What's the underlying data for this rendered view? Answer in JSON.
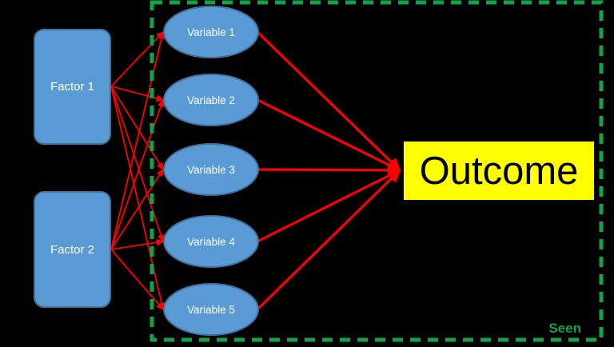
{
  "diagram": {
    "background_color": "#000000",
    "factors": [
      {
        "id": "factor-1",
        "label": "Factor 1"
      },
      {
        "id": "factor-2",
        "label": "Factor 2"
      }
    ],
    "variables": [
      {
        "id": "variable-1",
        "label": "Variable 1"
      },
      {
        "id": "variable-2",
        "label": "Variable 2"
      },
      {
        "id": "variable-3",
        "label": "Variable 3"
      },
      {
        "id": "variable-4",
        "label": "Variable 4"
      },
      {
        "id": "variable-5",
        "label": "Variable 5"
      }
    ],
    "outcome": {
      "id": "outcome",
      "label": "Outcome"
    },
    "annotation": {
      "label": "Seen"
    },
    "colors": {
      "node_fill": "#5B9BD5",
      "node_border": "#41719C",
      "outcome_fill": "#FFFF00",
      "outcome_text": "#000000",
      "edge": "#FF0000",
      "boundary": "#12A24B",
      "node_text": "#FFFFFF",
      "background": "#000000"
    },
    "edges": [
      {
        "from": "factor-1",
        "to": "variable-1"
      },
      {
        "from": "factor-1",
        "to": "variable-2"
      },
      {
        "from": "factor-1",
        "to": "variable-3"
      },
      {
        "from": "factor-1",
        "to": "variable-4"
      },
      {
        "from": "factor-1",
        "to": "variable-5"
      },
      {
        "from": "factor-2",
        "to": "variable-1"
      },
      {
        "from": "factor-2",
        "to": "variable-2"
      },
      {
        "from": "factor-2",
        "to": "variable-3"
      },
      {
        "from": "factor-2",
        "to": "variable-4"
      },
      {
        "from": "factor-2",
        "to": "variable-5"
      },
      {
        "from": "variable-1",
        "to": "outcome"
      },
      {
        "from": "variable-2",
        "to": "outcome"
      },
      {
        "from": "variable-3",
        "to": "outcome"
      },
      {
        "from": "variable-4",
        "to": "outcome"
      },
      {
        "from": "variable-5",
        "to": "outcome"
      }
    ]
  }
}
